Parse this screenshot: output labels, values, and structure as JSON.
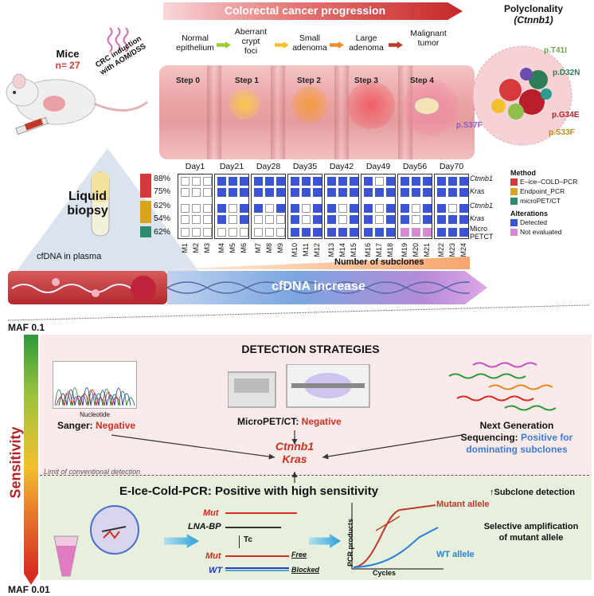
{
  "header": {
    "progression_title": "Colorectal cancer progression",
    "polyclonality_title": "Polyclonality",
    "polyclonality_gene": "(Ctnnb1)"
  },
  "mice": {
    "label": "Mice",
    "count": "n= 27"
  },
  "induction": {
    "line1": "CRC induction",
    "line2": "with AOM/DSS"
  },
  "stages": [
    {
      "line1": "Normal",
      "line2": "epithelium"
    },
    {
      "line1": "Aberrant",
      "line2": "crypt",
      "line3": "foci"
    },
    {
      "line1": "Small",
      "line2": "adenoma"
    },
    {
      "line1": "Large",
      "line2": "adenoma"
    },
    {
      "line1": "Malignant",
      "line2": "tumor"
    }
  ],
  "steps": [
    "Step 0",
    "Step 1",
    "Step  2",
    "Step 3",
    "Step 4"
  ],
  "mutations": [
    "p.T41I",
    "p.D32N",
    "p.G34E",
    "p.S33F",
    "p.S37F"
  ],
  "grid": {
    "days": [
      "Day1",
      "Day21",
      "Day28",
      "Day35",
      "Day42",
      "Day49",
      "Day56",
      "Day70"
    ],
    "mice": [
      "M1",
      "M2",
      "M3",
      "M4",
      "M5",
      "M6",
      "M7",
      "M8",
      "M9",
      "M10",
      "M11",
      "M12",
      "M13",
      "M14",
      "M15",
      "M16",
      "M17",
      "M18",
      "M19",
      "M20",
      "M21",
      "M22",
      "M23",
      "M24"
    ],
    "percents": [
      "88%",
      "75%",
      "62%",
      "54%",
      "62%"
    ],
    "genes": [
      "Ctnnb1",
      "Kras",
      "Ctnnb1",
      "Kras",
      "Micro",
      "PETCT"
    ]
  },
  "legend": {
    "method_title": "Method",
    "methods": [
      "E–ice–COLD–PCR",
      "Endpoint_PCR",
      "microPET/CT"
    ],
    "method_colors": [
      "#d13a3a",
      "#d9a520",
      "#2e8b6e"
    ],
    "alterations_title": "Alterations",
    "alterations": [
      "Detected",
      "Not evaluated"
    ],
    "alteration_colors": [
      "#3a54d4",
      "#d58bd0"
    ]
  },
  "liquid_biopsy": {
    "line1": "Liquid",
    "line2": "biopsy"
  },
  "cfdna_plasma": "cfDNA in plasma",
  "subclones": "Number of subclones",
  "cfdna_increase": "cfDNA increase",
  "sensitivity": {
    "label": "Sensitivity",
    "maf_high": "MAF 0.1",
    "maf_low": "MAF 0.01",
    "limit": "Limit of conventional detection"
  },
  "strategies": {
    "title": "DETECTION STRATEGIES",
    "nucleotide": "Nucleotide",
    "sanger_prefix": "Sanger: ",
    "sanger_result": "Negative",
    "micropet_prefix": "MicroPET/CT: ",
    "micropet_result": "Negative",
    "ngs_line1": "Next Generation",
    "ngs_line2_prefix": "Sequencing: ",
    "ngs_line2_result": "Positive for",
    "ngs_line3": "dominating subclones",
    "target_gene1": "Ctnnb1",
    "target_gene2": "Kras"
  },
  "eicecold": {
    "title": "E-Ice-Cold-PCR: Positive with high sensitivity",
    "subclone": "↑Subclone detection",
    "mut": "Mut",
    "lna": "LNA-BP",
    "tc": "Tc",
    "free": "Free",
    "wt": "WT",
    "blocked": "Blocked",
    "mutant_allele": "Mutant allele",
    "wt_allele": "WT allele",
    "ylabel": "PCR products",
    "xlabel": "Cycles",
    "selective_line1": "Selective amplification",
    "selective_line2": "of mutant allele"
  }
}
